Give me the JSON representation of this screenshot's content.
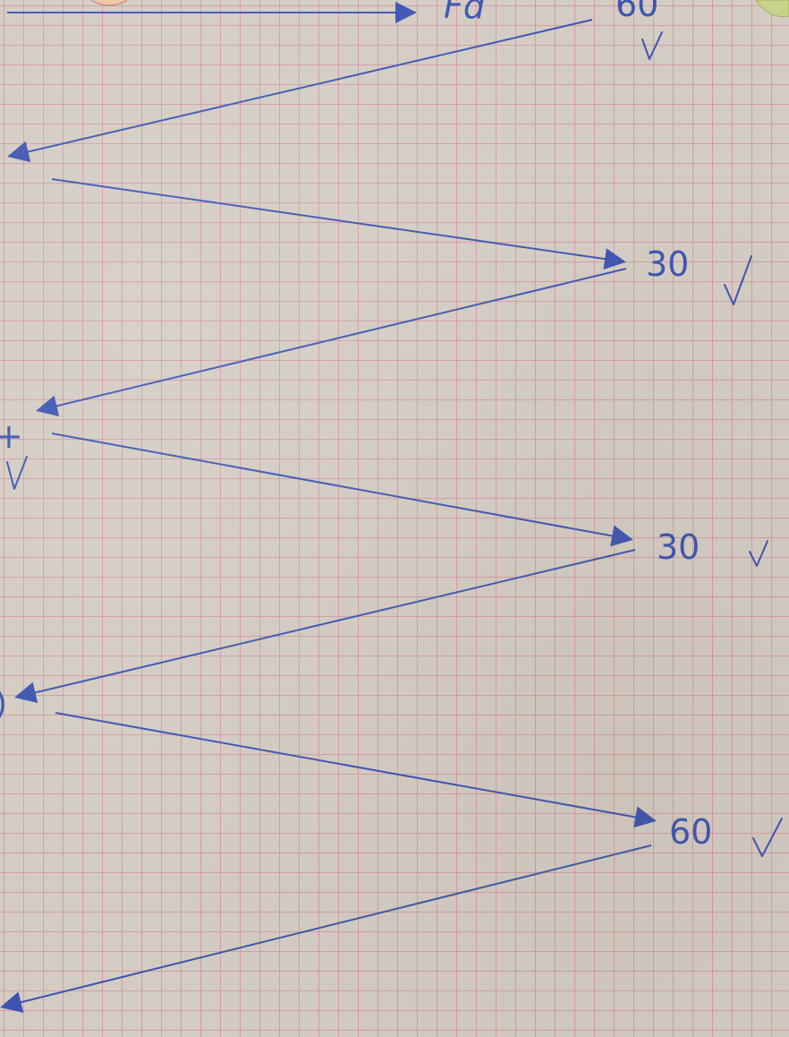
{
  "page": {
    "paper": "graph-paper",
    "ink_color": "#3d55b0",
    "grid_color": "#d6788c",
    "paper_color": "#d3ccc3"
  },
  "labels": {
    "fd": "Fd",
    "top_value": "60",
    "value_1": "30",
    "value_2": "30",
    "value_3": "60",
    "left_mark": "+",
    "left_partial": ")"
  }
}
